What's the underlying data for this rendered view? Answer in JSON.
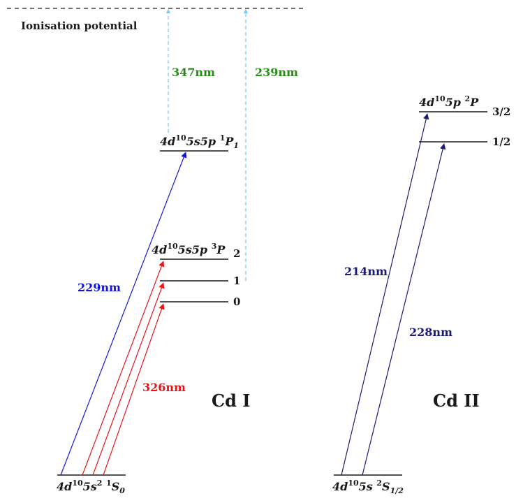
{
  "ionisation_label": "Ionisation potential",
  "cd1": {
    "title": "Cd I",
    "ground": {
      "prefix": "4d",
      "sup1": "10",
      "mid": "5s",
      "sup2": "2",
      "sup3": "1",
      "term": "S",
      "sub": "0"
    },
    "p1": {
      "prefix": "4d",
      "sup1": "10",
      "mid": "5s5p",
      "sup2": "1",
      "term": "P",
      "sub": "1"
    },
    "p3": {
      "prefix": "4d",
      "sup1": "10",
      "mid": "5s5p",
      "sup2": "3",
      "term": "P",
      "j_top": "2",
      "j_mid": "1",
      "j_bot": "0"
    },
    "wl_229": "229nm",
    "wl_326": "326nm",
    "wl_347": "347nm",
    "wl_239": "239nm"
  },
  "cd2": {
    "title": "Cd II",
    "ground": {
      "prefix": "4d",
      "sup1": "10",
      "mid": "5s",
      "sup2": "2",
      "term": "S",
      "sub": "1/2"
    },
    "p": {
      "prefix": "4d",
      "sup1": "10",
      "mid": "5p",
      "sup2": "2",
      "term": "P",
      "j_top": "3/2",
      "j_bot": "1/2"
    },
    "wl_214": "214nm",
    "wl_228": "228nm"
  },
  "colors": {
    "blue": "#1515d8",
    "red": "#e8151b",
    "navy": "#1a1a78",
    "green": "#2a8a1a",
    "light_blue": "#7ec8f0",
    "black": "#1a1a1a"
  }
}
